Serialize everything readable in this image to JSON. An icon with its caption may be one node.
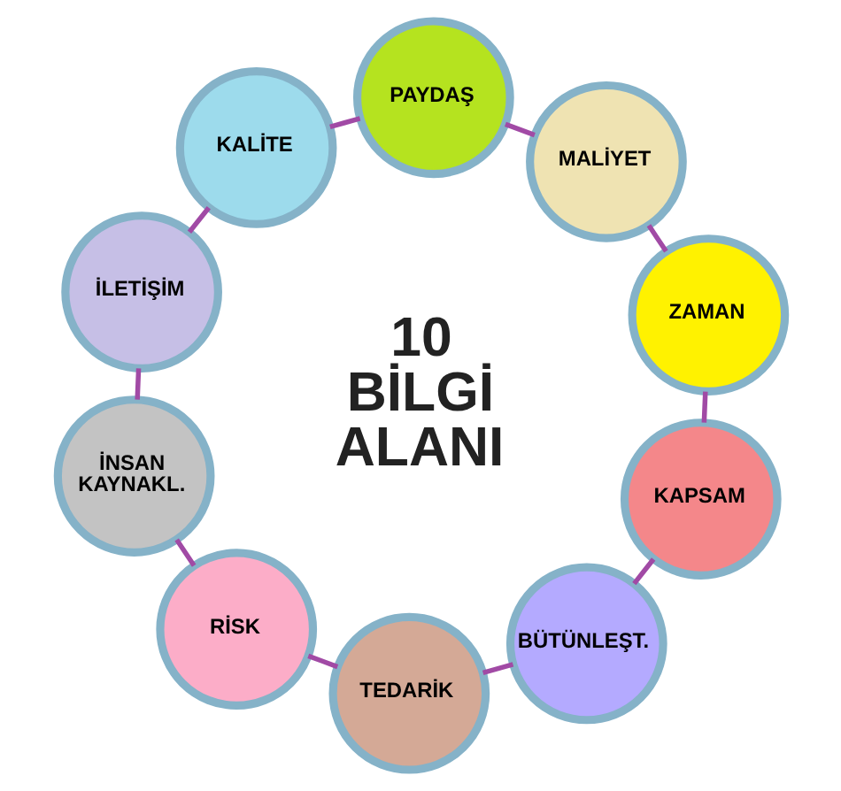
{
  "diagram": {
    "nodes": [
      {
        "text": [
          "KAPSAM"
        ]
      },
      {
        "text": [
          "ZAMAN"
        ]
      },
      {
        "text": [
          "MALİYET"
        ]
      },
      {
        "text": [
          "PAYDAŞ"
        ]
      },
      {
        "text": [
          "KALİTE"
        ]
      },
      {
        "text": [
          "İLETİŞİM"
        ]
      },
      {
        "text": [
          "İNSAN KAYNAKL."
        ]
      },
      {
        "text": [
          "RİSK"
        ]
      },
      {
        "text": [
          "TEDARİK"
        ]
      },
      {
        "text": [
          "BÜTÜNLEŞT."
        ]
      }
    ],
    "edges": [
      {
        "from": 0,
        "to": 1,
        "arrow": "none"
      },
      {
        "from": 1,
        "to": 2,
        "arrow": "none"
      },
      {
        "from": 2,
        "to": 3,
        "arrow": "none"
      },
      {
        "from": 3,
        "to": 4,
        "arrow": "none"
      },
      {
        "from": 4,
        "to": 5,
        "arrow": "none"
      },
      {
        "from": 5,
        "to": 6,
        "arrow": "none"
      },
      {
        "from": 6,
        "to": 7,
        "arrow": "none"
      },
      {
        "from": 7,
        "to": 8,
        "arrow": "none"
      },
      {
        "from": 8,
        "to": 9,
        "arrow": "none"
      },
      {
        "from": 9,
        "to": 0,
        "arrow": "none"
      }
    ],
    "labels": [
      "10 BİLGİ ALANI"
    ]
  }
}
